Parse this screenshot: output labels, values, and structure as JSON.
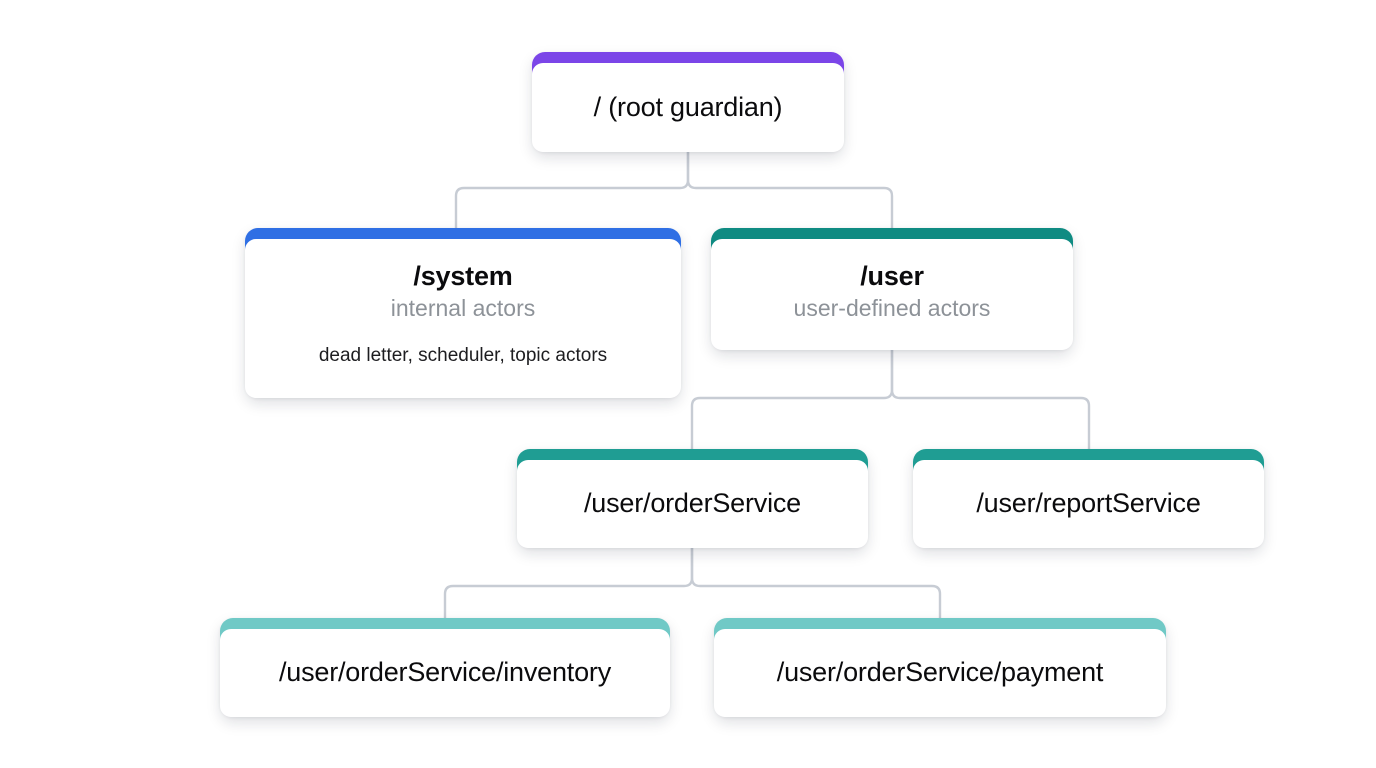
{
  "diagram": {
    "type": "actor-hierarchy-tree",
    "background": "#ffffff",
    "connector_color": "#c7ccd4",
    "levels": 4,
    "nodes": [
      {
        "id": "root",
        "title": "/ (root guardian)",
        "subtitle": "",
        "detail": "",
        "accent": "#7b45e8",
        "level": 1
      },
      {
        "id": "system",
        "title": "/system",
        "subtitle": "internal actors",
        "detail": "dead letter, scheduler, topic actors",
        "accent": "#2f6fe4",
        "level": 2
      },
      {
        "id": "user",
        "title": "/user",
        "subtitle": "user-defined actors",
        "detail": "",
        "accent": "#0f8b82",
        "level": 2
      },
      {
        "id": "order-service",
        "title": "/user/orderService",
        "subtitle": "",
        "detail": "",
        "accent": "#1f9d93",
        "level": 3
      },
      {
        "id": "report-service",
        "title": "/user/reportService",
        "subtitle": "",
        "detail": "",
        "accent": "#1f9d93",
        "level": 3
      },
      {
        "id": "inventory",
        "title": "/user/orderService/inventory",
        "subtitle": "",
        "detail": "",
        "accent": "#70c9c6",
        "level": 4
      },
      {
        "id": "payment",
        "title": "/user/orderService/payment",
        "subtitle": "",
        "detail": "",
        "accent": "#70c9c6",
        "level": 4
      }
    ],
    "edges": [
      {
        "from": "root",
        "to": "system"
      },
      {
        "from": "root",
        "to": "user"
      },
      {
        "from": "user",
        "to": "order-service"
      },
      {
        "from": "user",
        "to": "report-service"
      },
      {
        "from": "order-service",
        "to": "inventory"
      },
      {
        "from": "order-service",
        "to": "payment"
      }
    ]
  }
}
